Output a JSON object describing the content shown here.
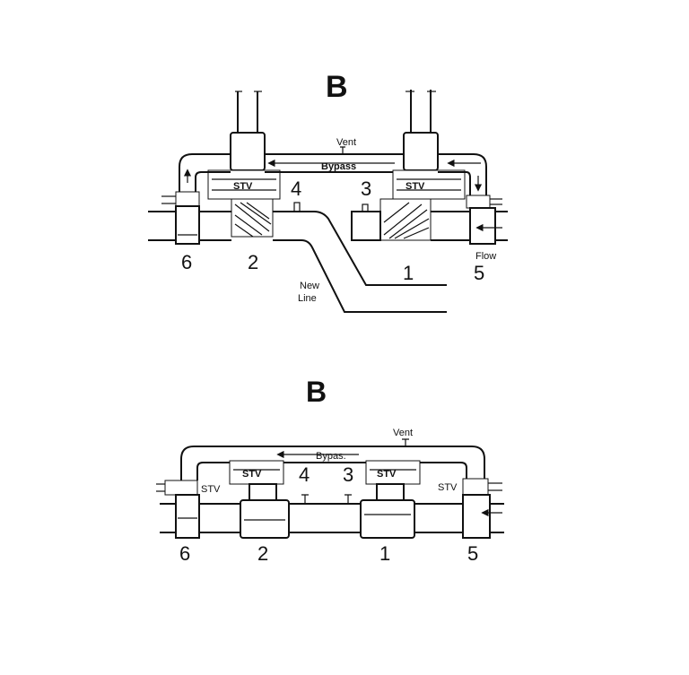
{
  "top_diagram": {
    "title": "B",
    "vent_label": "Vent",
    "bypass_label": "Bypass",
    "stv_left": "STV",
    "stv_right": "STV",
    "num_4": "4",
    "num_3": "3",
    "num_6": "6",
    "num_2": "2",
    "num_1": "1",
    "num_5": "5",
    "flow_label": "Flow",
    "new_line_1": "New",
    "new_line_2": "Line"
  },
  "bottom_diagram": {
    "title": "B",
    "vent_label": "Vent",
    "bypass_label": "Bypas.",
    "stv_left_valve": "STV",
    "stv_right_valve": "STV",
    "stv_left_side": "STV",
    "stv_right_side": "STV",
    "num_4": "4",
    "num_3": "3",
    "num_6": "6",
    "num_2": "2",
    "num_1": "1",
    "num_5": "5"
  }
}
